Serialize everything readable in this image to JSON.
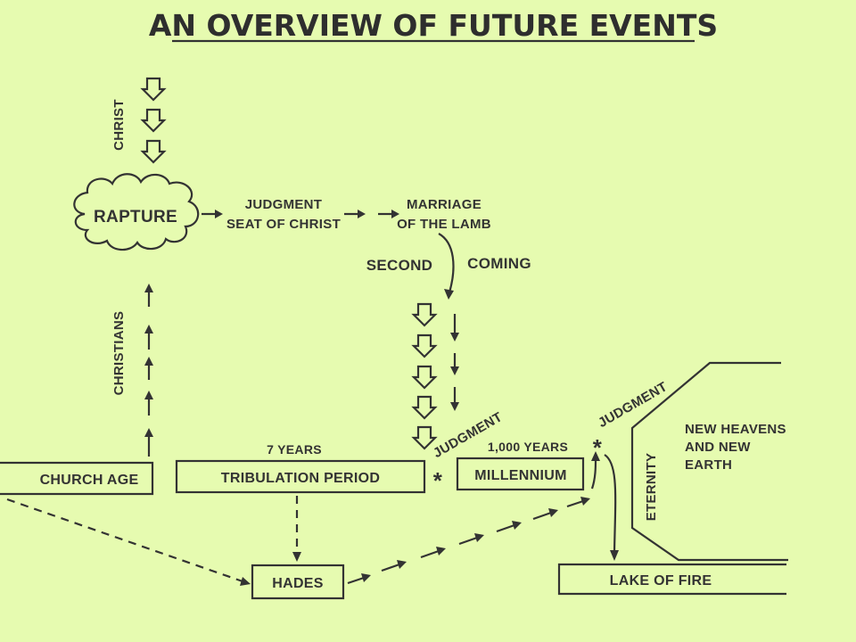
{
  "title": "AN OVERVIEW OF FUTURE EVENTS",
  "nodes": {
    "rapture": "RAPTURE",
    "judgment_seat_line1": "JUDGMENT",
    "judgment_seat_line2": "SEAT OF CHRIST",
    "marriage_line1": "MARRIAGE",
    "marriage_line2": "OF THE LAMB",
    "church_age": "CHURCH AGE",
    "tribulation": "TRIBULATION PERIOD",
    "millennium": "MILLENNIUM",
    "hades": "HADES",
    "lake_of_fire": "LAKE OF FIRE",
    "new_heavens_line1": "NEW HEAVENS",
    "new_heavens_line2": "AND NEW",
    "new_heavens_line3": "EARTH"
  },
  "labels": {
    "christ": "CHRIST",
    "christians": "CHRISTIANS",
    "second": "SECOND",
    "coming": "COMING",
    "seven_years": "7 YEARS",
    "thousand_years": "1,000 YEARS",
    "judgment_1": "JUDGMENT",
    "judgment_2": "JUDGMENT",
    "eternity": "ETERNITY",
    "asterisk_1": "*",
    "asterisk_2": "*"
  }
}
